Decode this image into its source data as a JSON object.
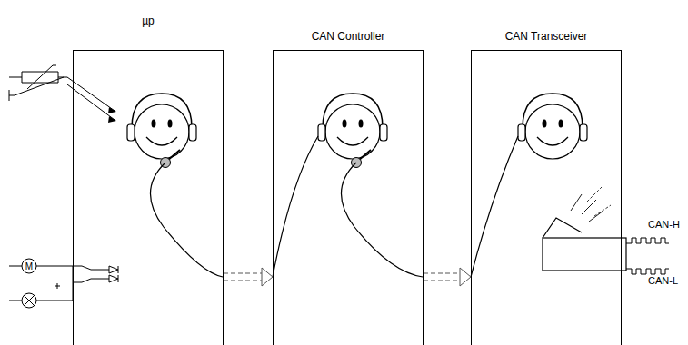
{
  "diagram": {
    "nodes": [
      {
        "text": [
          "µp"
        ]
      },
      {
        "text": [
          "CAN Controller"
        ]
      },
      {
        "text": [
          "CAN Transceiver"
        ]
      }
    ],
    "edges": [
      {
        "from": 0,
        "to": 1,
        "arrow": "to"
      },
      {
        "from": 1,
        "to": 2,
        "arrow": "to"
      }
    ],
    "labels": [
      "CAN-H",
      "CAN-L"
    ]
  }
}
